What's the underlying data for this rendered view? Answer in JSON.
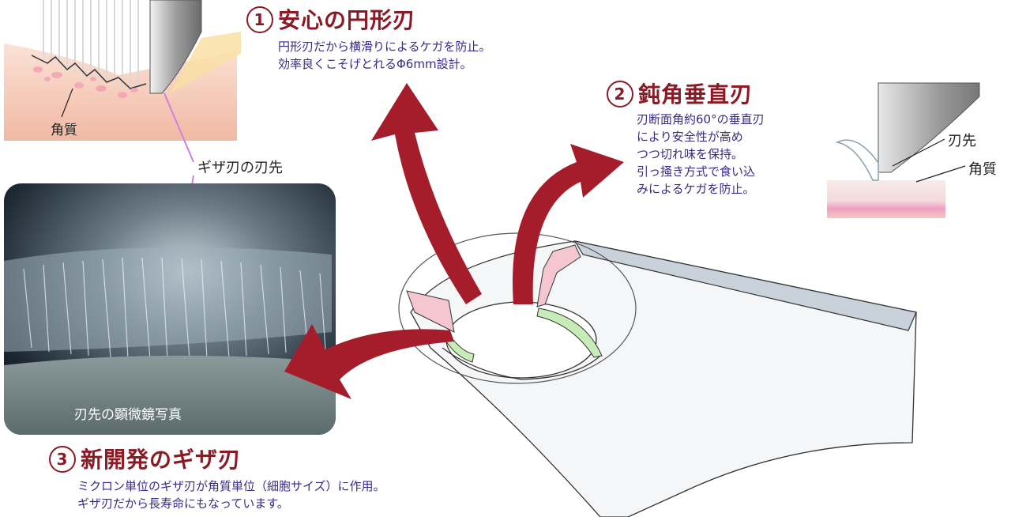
{
  "section1": {
    "number": "1",
    "title": "安心の円形刃",
    "lines": [
      "円形刃だから横滑りによるケガを防止。",
      "効率良くこそげとれるΦ6mm設計。"
    ]
  },
  "section2": {
    "number": "2",
    "title": "鈍角垂直刃",
    "lines": [
      "刃断面角約60°の垂直刃",
      "により安全性が高め",
      "つつ切れ味を保持。",
      "引っ掻き方式で食い込",
      "みによるケガを防止。"
    ]
  },
  "section3": {
    "number": "3",
    "title": "新開発のギザ刃",
    "lines": [
      "ミクロン単位のギザ刃が角質単位（細胞サイズ）に作用。",
      "ギザ刃だから長寿命にもなっています。"
    ]
  },
  "labels": {
    "callus_topleft": "角質",
    "serrated_tip": "ギザ刃の刃先",
    "blade_tip": "刃先",
    "callus_right": "角質",
    "micro_photo": "刃先の顕微鏡写真"
  },
  "colors": {
    "arrow": "#a51d2a",
    "title": "#8c1a24",
    "desc": "#3a2a8a",
    "highlight_pink": "#f4c6d0",
    "highlight_green": "#c8ecb8"
  }
}
